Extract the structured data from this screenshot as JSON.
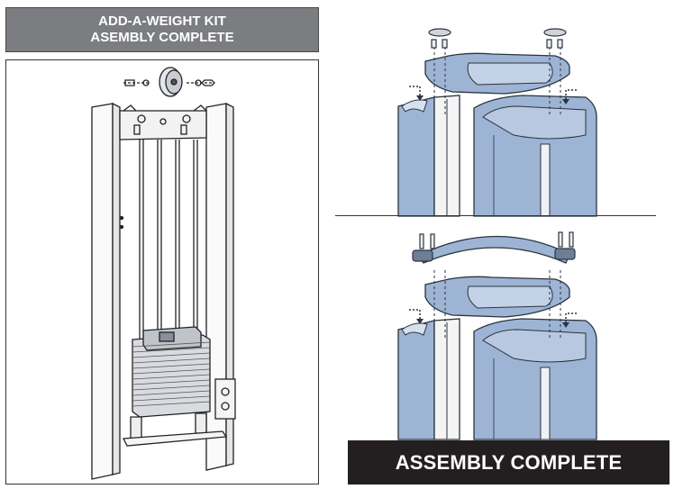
{
  "header": {
    "line1": "ADD-A-WEIGHT KIT",
    "line2": "ASEMBLY COMPLETE"
  },
  "banner": {
    "label": "ASSEMBLY COMPLETE"
  },
  "colors": {
    "header_bg": "#7b7d80",
    "shroud_blue": "#9db4d4",
    "banner_bg": "#231f20"
  }
}
